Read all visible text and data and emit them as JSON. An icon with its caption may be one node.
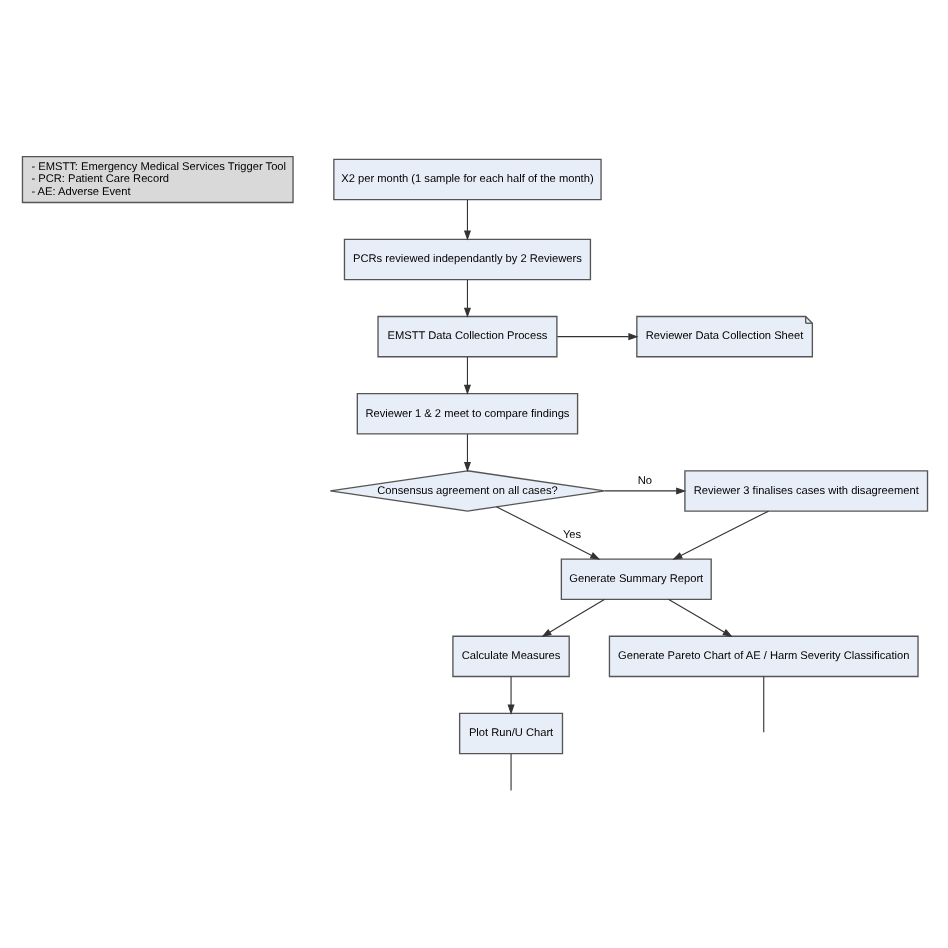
{
  "diagram": {
    "nodes": [
      {
        "text": [
          "- EMSTT: Emergency Medical Services Trigger Tool",
          "- PCR: Patient Care Record",
          "- AE: Adverse Event"
        ]
      },
      {
        "text": [
          "X2 per month (1 sample for each half of the month)"
        ]
      },
      {
        "text": [
          "PCRs reviewed independantly by 2 Reviewers"
        ]
      },
      {
        "text": [
          "EMSTT Data Collection Process"
        ]
      },
      {
        "text": [
          "Reviewer Data Collection Sheet"
        ]
      },
      {
        "text": [
          "Reviewer 1 & 2 meet to compare findings"
        ]
      },
      {
        "text": [
          "Consensus agreement on all cases?"
        ]
      },
      {
        "text": [
          "Reviewer 3 finalises cases with disagreement"
        ]
      },
      {
        "text": [
          "Generate Summary Report"
        ]
      },
      {
        "text": [
          "Calculate Measures"
        ]
      },
      {
        "text": [
          "Generate Pareto Chart of AE / Harm Severity Classification"
        ]
      },
      {
        "text": [
          "Plot Run/U Chart"
        ]
      }
    ],
    "edges": [
      {
        "from": 1,
        "to": 2,
        "arrow": "to"
      },
      {
        "from": 2,
        "to": 3,
        "arrow": "to"
      },
      {
        "from": 3,
        "to": 4,
        "arrow": "to"
      },
      {
        "from": 3,
        "to": 5,
        "arrow": "to"
      },
      {
        "from": 5,
        "to": 6,
        "arrow": "to"
      },
      {
        "from": 6,
        "to": 7,
        "arrow": "to",
        "label": "No"
      },
      {
        "from": 6,
        "to": 8,
        "arrow": "to",
        "label": "Yes"
      },
      {
        "from": 7,
        "to": 8,
        "arrow": "to"
      },
      {
        "from": 8,
        "to": 9,
        "arrow": "to"
      },
      {
        "from": 8,
        "to": 10,
        "arrow": "to"
      },
      {
        "from": 9,
        "to": 11,
        "arrow": "to"
      },
      {
        "from": 11,
        "to": null,
        "arrow": "none"
      },
      {
        "from": 10,
        "to": null,
        "arrow": "none"
      }
    ]
  }
}
